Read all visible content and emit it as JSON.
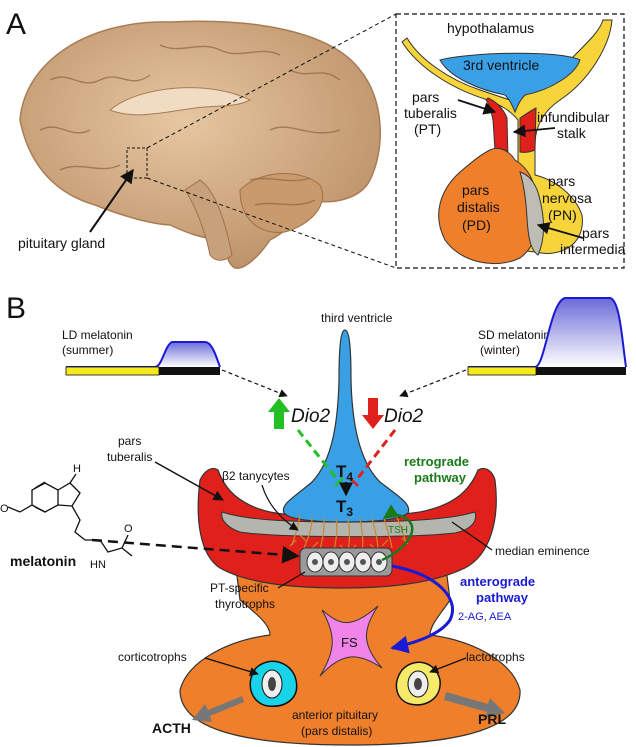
{
  "panel_a": {
    "letter": "A",
    "pituitary_gland": "pituitary gland",
    "inset": {
      "hypothalamus": "hypothalamus",
      "third_ventricle": "3rd ventricle",
      "pars_tuberalis": [
        "pars",
        "tuberalis",
        "(PT)"
      ],
      "infundibular_stalk": [
        "infundibular",
        "stalk"
      ],
      "pars_distalis": [
        "pars",
        "distalis",
        "(PD)"
      ],
      "pars_nervosa": [
        "pars",
        "nervosa",
        "(PN)"
      ],
      "pars_intermedia": [
        "pars",
        "intermedia"
      ]
    }
  },
  "panel_b": {
    "letter": "B",
    "third_ventricle": "third ventricle",
    "ld_melatonin": [
      "LD melatonin",
      "(summer)"
    ],
    "sd_melatonin": [
      "SD melatonin",
      "(winter)"
    ],
    "dio2_up": "Dio2",
    "dio2_down": "Dio2",
    "pars_tuberalis": [
      "pars",
      "tuberalis"
    ],
    "t4": "T",
    "t4_sub": "4",
    "t3": "T",
    "t3_sub": "3",
    "beta2_tanycytes": "β2 tanycytes",
    "retrograde": [
      "retrograde",
      "pathway"
    ],
    "tsh": "TSH",
    "median_eminence": "median eminence",
    "melatonin": "melatonin",
    "pt_thyrotrophs": [
      "PT-specific",
      "thyrotrophs"
    ],
    "anterograde": [
      "anterograde",
      "pathway"
    ],
    "ag_aea": "2-AG, AEA",
    "fs": "FS",
    "corticotrophs": "corticotrophs",
    "lactotrophs": "lactotrophs",
    "acth": "ACTH",
    "prl": "PRL",
    "anterior_pituitary": [
      "anterior pituitary",
      "(pars distalis)"
    ]
  },
  "colors": {
    "yellow": "#f7d43a",
    "blue": "#3aa0e6",
    "red": "#e0201b",
    "orange": "#f07f2c",
    "pink": "#f084e8",
    "cyan": "#19d4e8",
    "green": "#1a7a1a",
    "anterograde_blue": "#1a1ad4",
    "brain": "#d8b48e"
  }
}
